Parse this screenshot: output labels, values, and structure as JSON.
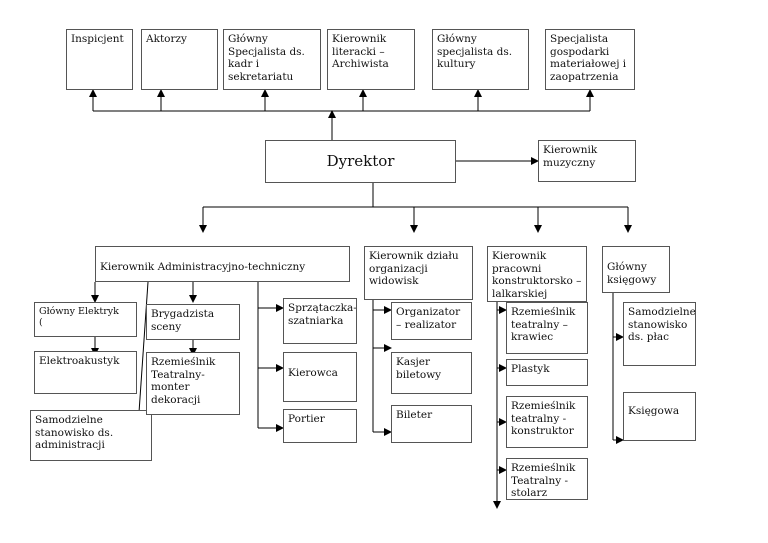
{
  "diagram": {
    "top_row": [
      "Inspicjent",
      "Aktorzy",
      "Główny Specjalista ds. kadr i sekretariatu",
      "Kierownik literacki – Archiwista",
      "Główny specjalista  ds. kultury",
      "Specjalista gospodarki materiałowej i zaopatrzenia"
    ],
    "director": "Dyrektor",
    "music_head": "Kierownik muzyczny",
    "departments": {
      "technical": "Kierownik Administracyjno-techniczny",
      "audience": "Kierownik  działu organizacji widowisk",
      "workshop": "Kierownik pracowni konstruktorsko – lalkarskiej",
      "accounting": "Główny księgowy"
    },
    "technical_staff": {
      "electrician": "Główny Elektryk\n(",
      "electroacoustic": "Elektroakustyk",
      "admin": "Samodzielne stanowisko ds. administracji",
      "stage_foreman": "Brygadzista sceny",
      "set_builder": "Rzemieślnik Teatralny-monter dekoracji",
      "cleaner": "Sprzątaczka-szatniarka",
      "driver": "Kierowca",
      "porter": "Portier"
    },
    "audience_staff": {
      "organizer": "Organizator – realizator",
      "cashier": "Kasjer biletowy",
      "ticket_collector": "Bileter"
    },
    "workshop_staff": {
      "tailor": "Rzemieślnik teatralny – krawiec",
      "plastic": "Plastyk",
      "constructor": "Rzemieślnik teatralny - konstruktor",
      "carpenter": " Rzemieślnik Teatralny - stolarz"
    },
    "accounting_staff": {
      "payroll": "Samodzielne stanowisko ds. płac",
      "accountant": "Księgowa"
    }
  }
}
